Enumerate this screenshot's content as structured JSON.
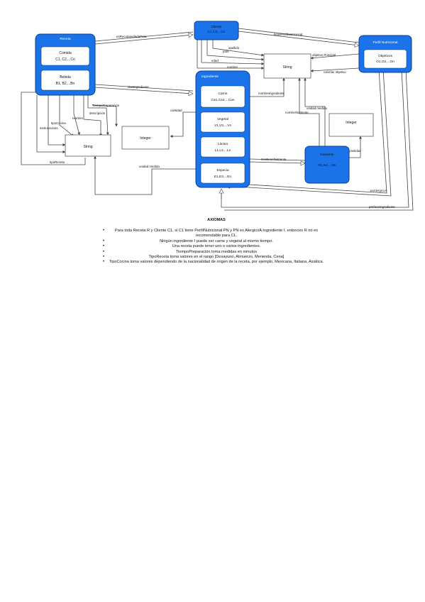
{
  "colors": {
    "outer_fill": "#1a73e8",
    "outer_stroke": "#0d3e8a",
    "inner_fill": "#ffffff",
    "edge": "#444444",
    "text": "#111111"
  },
  "nodes": {
    "receta": {
      "title": "Receta"
    },
    "comida": {
      "line1": "Comida",
      "line2": "C1, C2,...Cn"
    },
    "bebida": {
      "line1": "Bebida",
      "line2": "B1, B2,...Bn"
    },
    "cliente": {
      "line1": "Cliente",
      "line2": "C1,C2,...Cn"
    },
    "perfil": {
      "title": "Perfil Nutricional"
    },
    "objetivos": {
      "line1": "Objetivos",
      "line2": "O1,O2,...On"
    },
    "ingrediente": {
      "title": "Ingrediente"
    },
    "carne": {
      "line1": "Carne",
      "line2": "Ca1,Ca2,...Can"
    },
    "vegetal": {
      "line1": "Vegetal",
      "line2": "V1,V2,...Vn"
    },
    "lacteo": {
      "line1": "Lácteo",
      "line2": "L1,L2,...Ln"
    },
    "especia": {
      "line1": "Especia",
      "line2": "E1,E2,...En"
    },
    "nutriente": {
      "line1": "Nutriente",
      "line2": "N1,N2,...Nn"
    },
    "string_top": {
      "label": "String"
    },
    "string_left": {
      "label": "String"
    },
    "integer_mid": {
      "label": "Integer"
    },
    "integer_right": {
      "label": "Integer"
    }
  },
  "edges": {
    "esRecomendadaPara": "esRecomendadaPara",
    "tienePerfilNutricional": "tienePerfilNutricional",
    "usaIngrediente": "UsaIngrediente",
    "tiempoPreparacion": "TiempoPreparación",
    "descripcion": "descripción",
    "nombre_receta": "nombre",
    "tipoCocina": "tipoCocina",
    "instrucciones": "instrucciones",
    "tipoReceta": "tipoReceta",
    "cantidad_ing": "cantidad",
    "unidad_medida_ing": "unidad medida",
    "apellido": "apellido",
    "pais": "país",
    "edad": "edad",
    "nombre_cliente": "nombre",
    "objetivo_principal": "objetivo Principal",
    "calorias_objetivo": "calorías objetivo",
    "nombre_ingrediente": "nombreIngrediente",
    "nombre_nutriente": "nombreNutriente",
    "unidad_medida_nut": "unidad medida",
    "cantidad_nut": "cantidad",
    "contiene_nutriente": "ContieneNutriente",
    "es_alergico_a": "esAlergicoA",
    "prefiere_ingrediente": "prefiereIngrediente"
  },
  "axioms": {
    "title": "AXIOMAS",
    "items": [
      "Para toda Receta R y Cliente C1, si C1 tiene PerfilNutricional PN y PN es AlergicoA Ingrediente I, entonces R no es recomendable para CL.",
      "Ningún ingrediente I puede ser carne y vegetal al mismo tiempo.",
      "Una receta puede tener uno o varios ingredientes.",
      "TiempoPreparación toma medidas en minutos",
      "TipoReceta toma valores en el rango [Desayuno, Almuerzo, Merienda, Cena]",
      "TipoCocina toma valores dependiendo de la nacionalidad de origen de la receta, por ejemplo, Mexicana, Italiana, Asiática."
    ]
  }
}
